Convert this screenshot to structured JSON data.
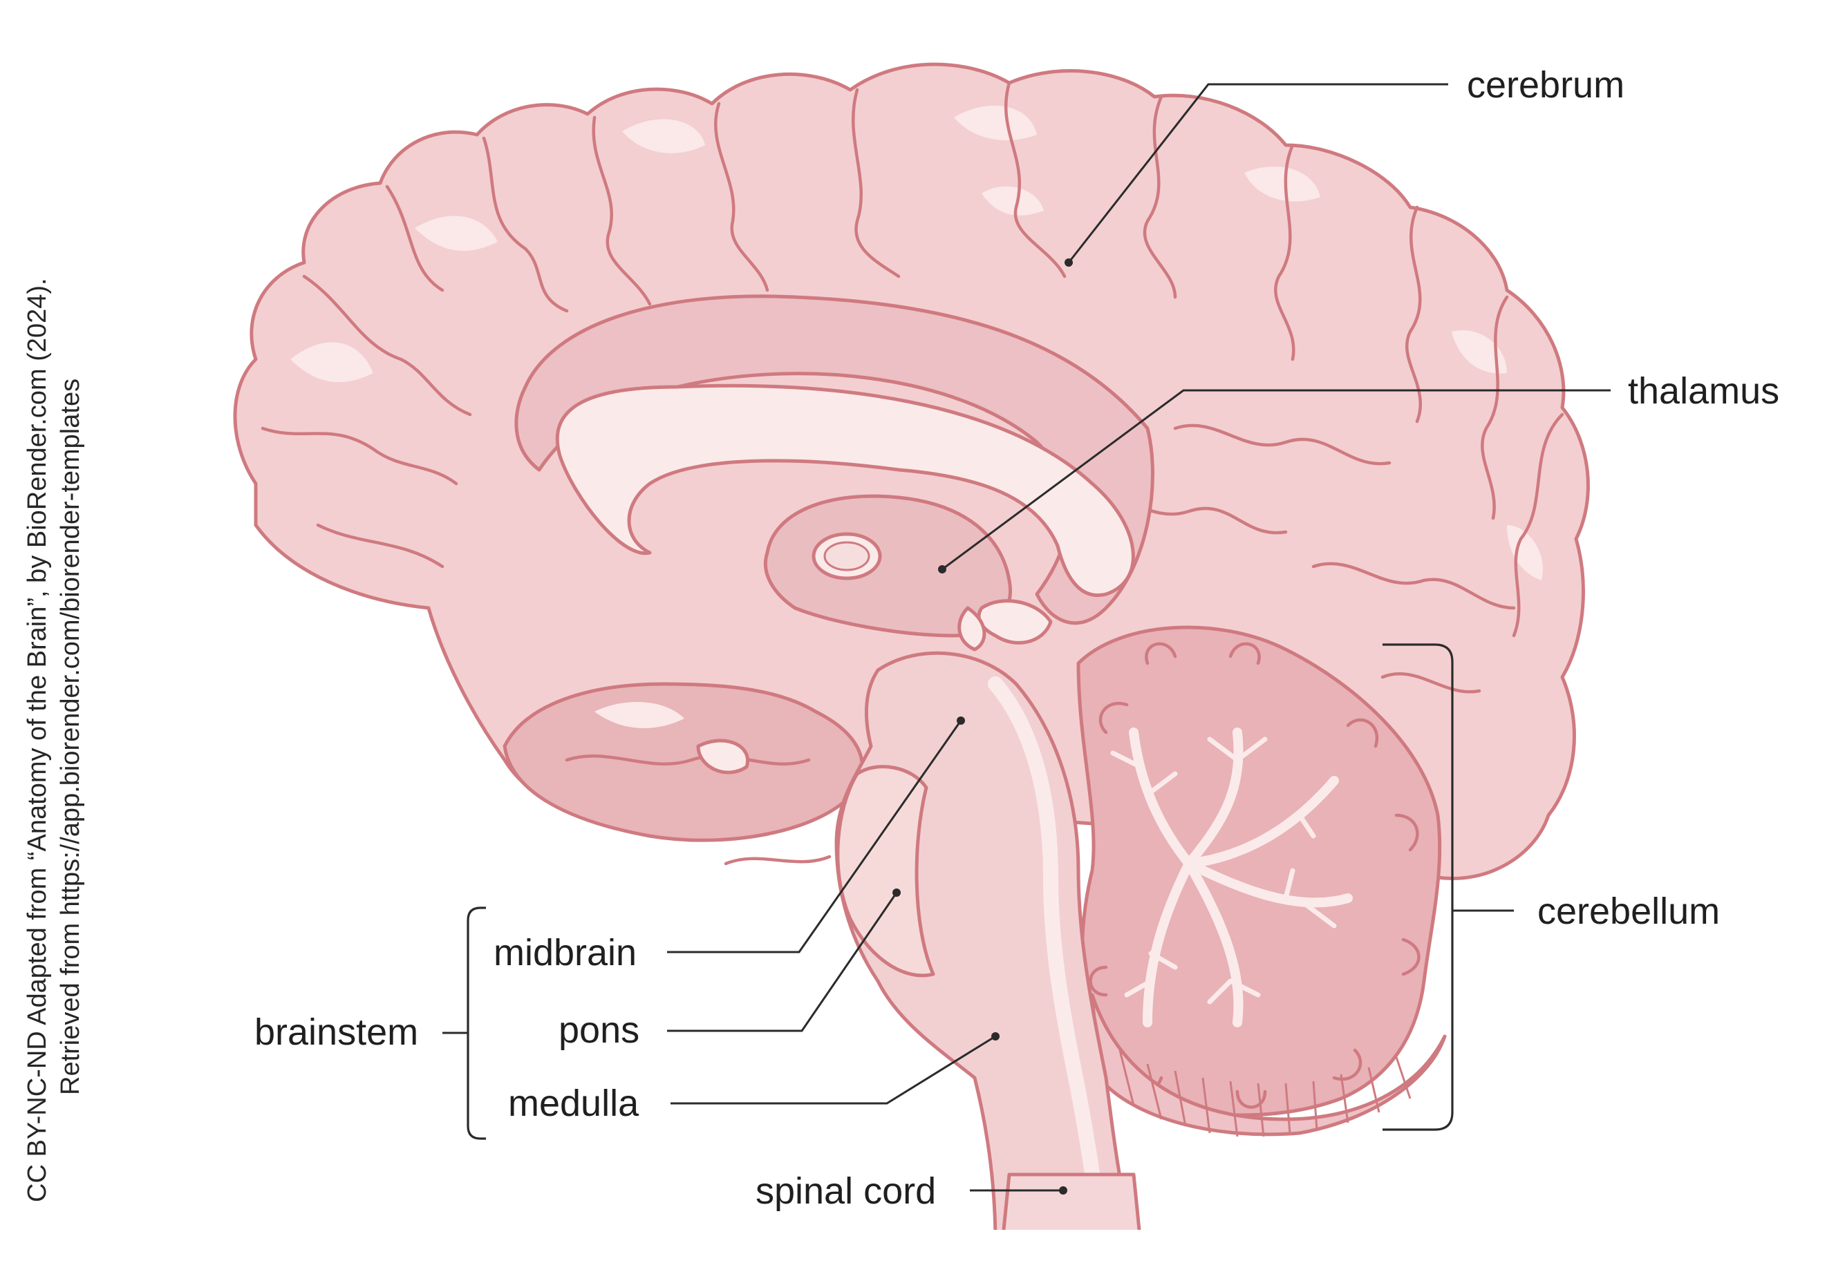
{
  "credit": {
    "line1": "CC BY-NC-ND Adapted from “Anatomy of the Brain”, by BioRender.com (2024).",
    "line2": "Retrieved from https://app.biorender.com/biorender-templates"
  },
  "labels": {
    "cerebrum": "cerebrum",
    "thalamus": "thalamus",
    "cerebellum": "cerebellum",
    "brainstem": "brainstem",
    "midbrain": "midbrain",
    "pons": "pons",
    "medulla": "medulla",
    "spinal_cord": "spinal cord"
  },
  "colors": {
    "cortex": "#f3cfd1",
    "cortex_dark": "#e9b5b9",
    "outline": "#cf7a80",
    "highlight": "#fbe8e8",
    "white_matter": "#fbeaea",
    "cerebellum": "#e8b2b7",
    "leader_line": "#2b2b2b",
    "text": "#1f1f1f"
  }
}
